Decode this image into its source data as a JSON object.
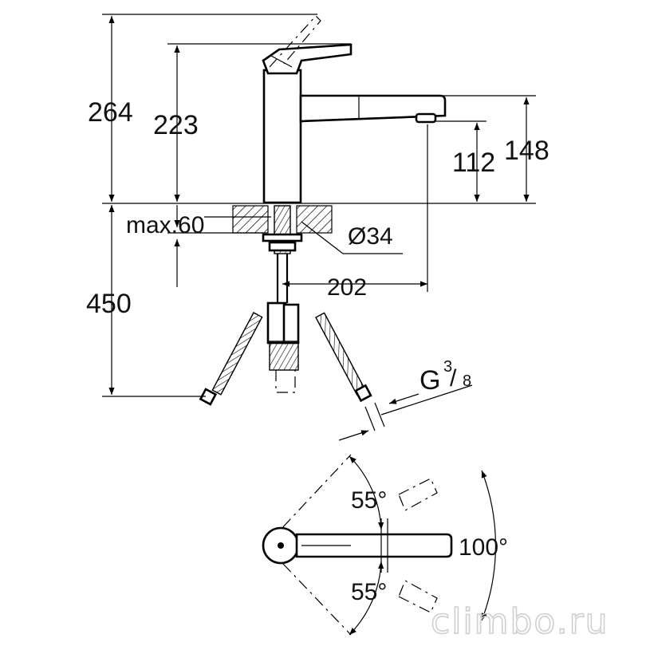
{
  "dimensions": {
    "total_height": "264",
    "lever_height": "223",
    "spout_height": "148",
    "outlet_height": "112",
    "max_thickness": "max.60",
    "hole_diameter": "Ø34",
    "projection": "202",
    "hose_length": "450",
    "thread": "G",
    "thread_num": "3",
    "thread_den": "8",
    "angle_top": "55°",
    "angle_bottom": "55°",
    "angle_total": "100°"
  },
  "watermark": "climbo.ru",
  "icons": {
    "arrow": "arrowhead-icon",
    "hose": "braided-hose-icon"
  }
}
